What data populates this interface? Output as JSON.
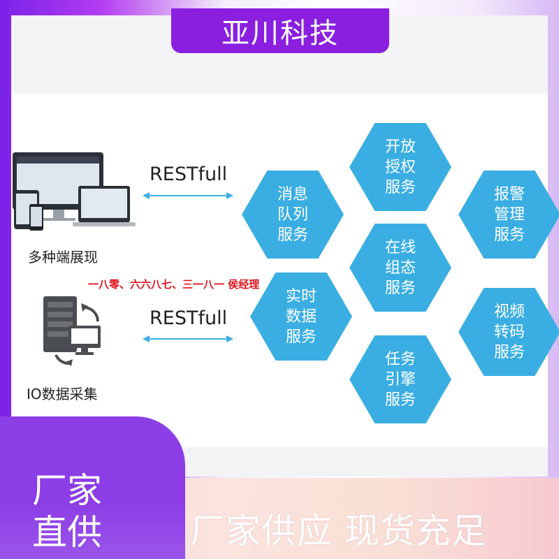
{
  "header": {
    "title": "亚川科技"
  },
  "left": {
    "client_caption": "多种端展现",
    "io_caption": "IO数据采集",
    "rest_top": "RESTfull",
    "rest_bottom": "RESTfull"
  },
  "services": [
    {
      "label": "消息队列服务"
    },
    {
      "label": "开放授权服务"
    },
    {
      "label": "报警管理服务"
    },
    {
      "label": "在线组态服务"
    },
    {
      "label": "实时数据服务"
    },
    {
      "label": "视频转码服务"
    },
    {
      "label": "任务引擎服务"
    }
  ],
  "overlay": {
    "contact": "一八零、六六八七、三一八一 侯经理"
  },
  "footer": {
    "badge_line1": "厂家",
    "badge_line2": "直供",
    "slogan": "厂家供应  现货充足"
  },
  "colors": {
    "hex_fill": "#3aaee2",
    "banner": "#8a1fe0",
    "contact_text": "#e0141e"
  }
}
